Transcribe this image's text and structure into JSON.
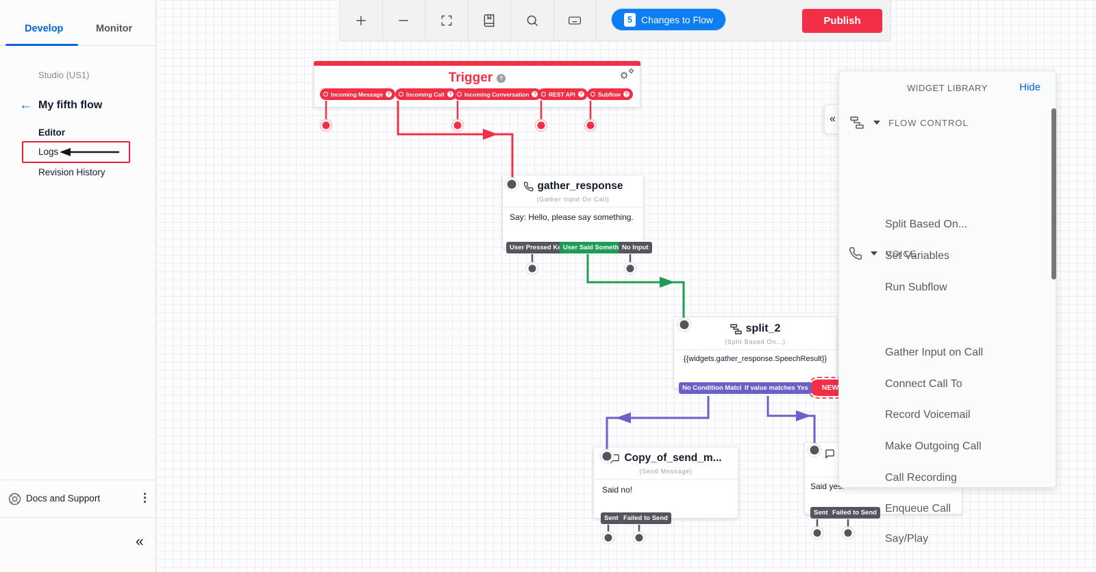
{
  "colors": {
    "brand_red": "#F22F46",
    "link_blue": "#0263E0",
    "button_blue": "#0D7DF2",
    "green_transition": "#1E9C55",
    "purple_transition": "#6B5FC8",
    "dark_transition": "#54555E"
  },
  "sidebar": {
    "tabs": [
      {
        "label": "Develop"
      },
      {
        "label": "Monitor"
      }
    ],
    "studio_label": "Studio (US1)",
    "back_glyph": "←",
    "flow_title": "My fifth flow",
    "editor_label": "Editor",
    "logs_label": "Logs",
    "revision_label": "Revision History",
    "docs_label": "Docs and Support",
    "kebab_glyph": "⋮",
    "collapse_glyph": "«"
  },
  "toolbar": {
    "changes_count": "5",
    "changes_label": "Changes to Flow",
    "publish_label": "Publish"
  },
  "trigger": {
    "title": "Trigger",
    "help_glyph": "?",
    "transitions": [
      {
        "label": "Incoming Message"
      },
      {
        "label": "Incoming Call"
      },
      {
        "label": "Incoming Conversation"
      },
      {
        "label": "REST API"
      },
      {
        "label": "Subflow"
      }
    ]
  },
  "widgets": {
    "gather": {
      "title": "gather_response",
      "type_label": "(Gather Input On Call)",
      "body": "Say: Hello, please say something.",
      "tags": [
        {
          "label": "User Pressed Keys"
        },
        {
          "label": "User Said Something"
        },
        {
          "label": "No Input"
        }
      ]
    },
    "split": {
      "title": "split_2",
      "type_label": "(Split Based On...)",
      "body": "{{widgets.gather_response.SpeechResult}}",
      "tags": [
        {
          "label": "No Condition Matches"
        },
        {
          "label": "If value matches Yes"
        }
      ],
      "new_label": "NEW"
    },
    "send_no": {
      "title": "Copy_of_send_m...",
      "type_label": "(Send Message)",
      "body": "Said no!",
      "tags": [
        {
          "label": "Sent"
        },
        {
          "label": "Failed to Send"
        }
      ]
    },
    "send_yes": {
      "body": "Said yes!",
      "tags": [
        {
          "label": "Sent"
        },
        {
          "label": "Failed to Send"
        }
      ]
    }
  },
  "library": {
    "title": "WIDGET LIBRARY",
    "hide_label": "Hide",
    "collapse_glyph": "«",
    "sections": [
      {
        "label": "FLOW CONTROL",
        "items": [
          "Split Based On...",
          "Set Variables",
          "Run Subflow"
        ]
      },
      {
        "label": "VOICE",
        "items": [
          "Gather Input on Call",
          "Connect Call To",
          "Record Voicemail",
          "Make Outgoing Call",
          "Call Recording",
          "Enqueue Call",
          "Say/Play"
        ]
      }
    ]
  }
}
